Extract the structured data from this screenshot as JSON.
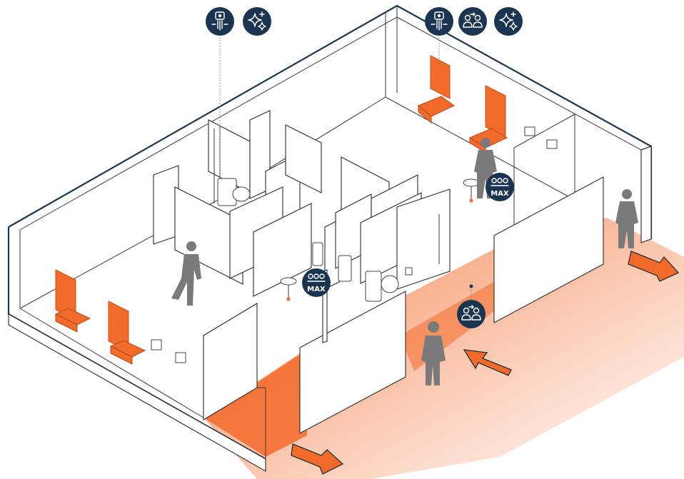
{
  "floorplan": {
    "colors": {
      "accent": "#f36b2b",
      "badge": "#1b3550",
      "walls": "#3a3a3a",
      "people": "#7a7a7a"
    },
    "badges": [
      {
        "name": "touchless-faucet-icon",
        "text": ""
      },
      {
        "name": "sanitize-sparkle-icon",
        "text": ""
      },
      {
        "name": "touchless-faucet-icon",
        "text": ""
      },
      {
        "name": "social-distance-icon",
        "text": ""
      },
      {
        "name": "sanitize-sparkle-icon",
        "text": ""
      },
      {
        "name": "max-occupancy-icon",
        "text": "MAX"
      },
      {
        "name": "max-occupancy-icon",
        "text": "MAX"
      },
      {
        "name": "social-distance-icon",
        "text": ""
      }
    ],
    "max_label": "MAX"
  }
}
